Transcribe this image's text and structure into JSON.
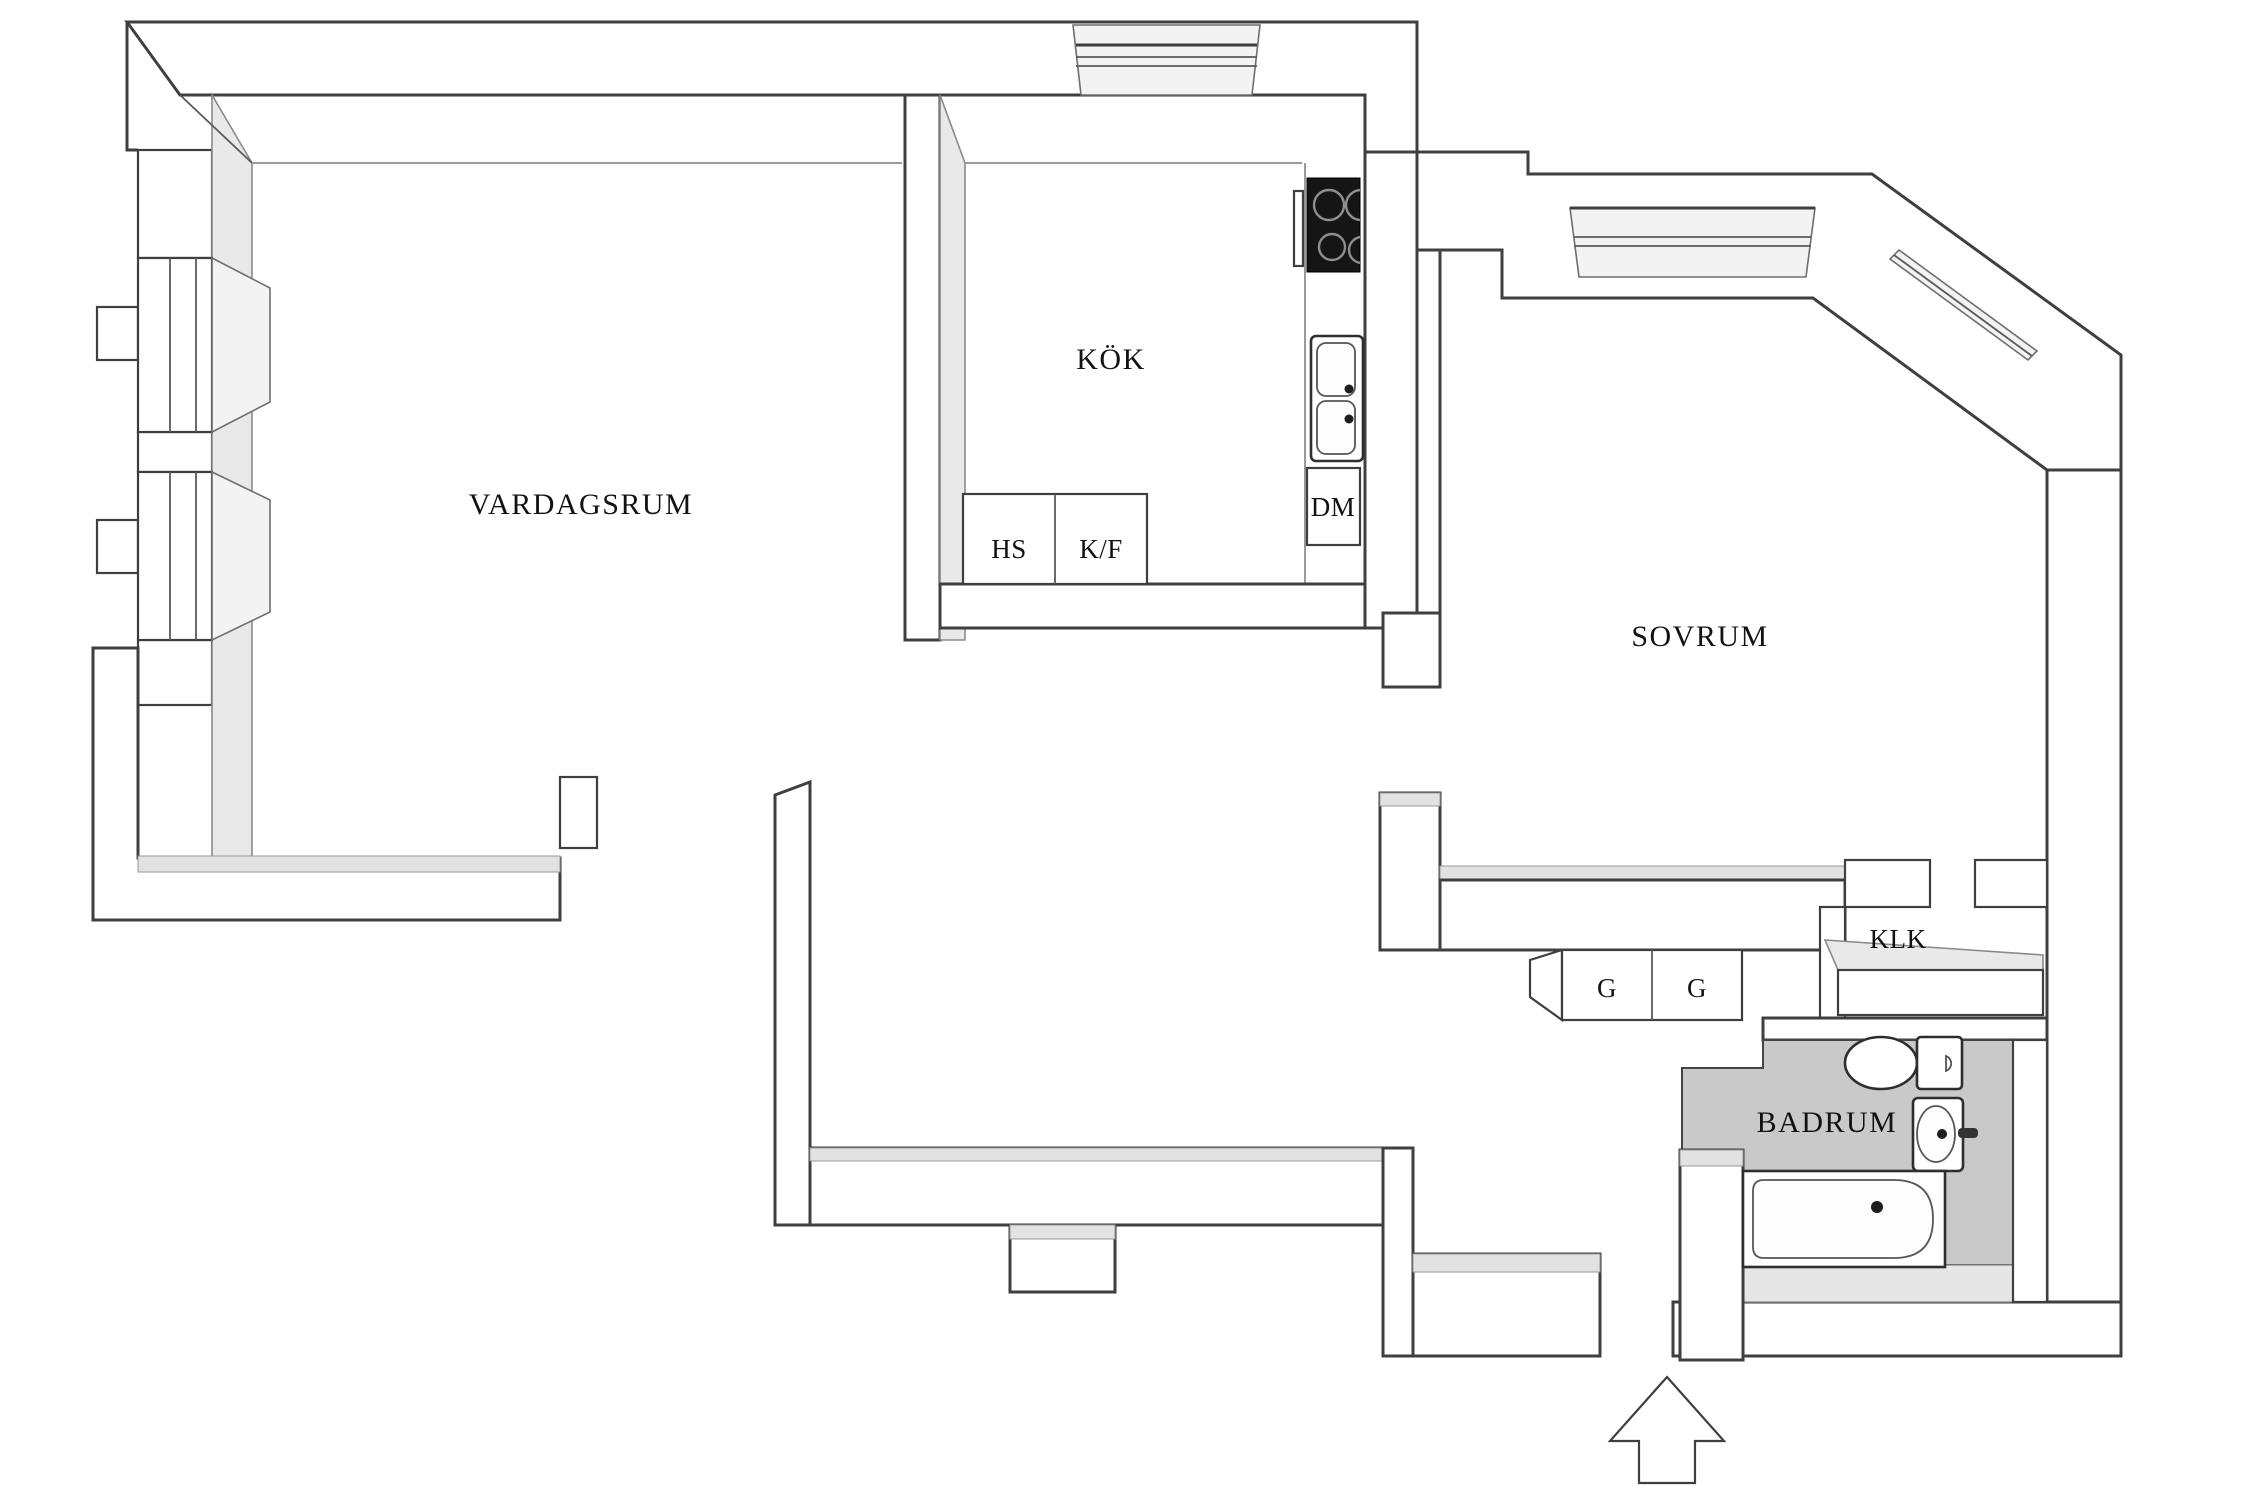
{
  "floorplan": {
    "kind": "apartment floor plan, pseudo-3D line drawing",
    "rooms": [
      {
        "id": "vardagsrum",
        "label": "VARDAGSRUM"
      },
      {
        "id": "kok",
        "label": "KÖK"
      },
      {
        "id": "sovrum",
        "label": "SOVRUM"
      },
      {
        "id": "klk",
        "label": "KLK"
      },
      {
        "id": "badrum",
        "label": "BADRUM"
      }
    ],
    "unit_labels": [
      {
        "id": "hs",
        "label": "HS"
      },
      {
        "id": "kf",
        "label": "K/F"
      },
      {
        "id": "dm",
        "label": "DM"
      },
      {
        "id": "g1",
        "label": "G"
      },
      {
        "id": "g2",
        "label": "G"
      }
    ],
    "fixtures": [
      "cooktop-icon",
      "double-sink-icon",
      "toilet-icon",
      "washbasin-icon",
      "bathtub-icon",
      "window-bay-icon",
      "entrance-arrow-icon"
    ],
    "entrance": {
      "symbol": "up-arrow"
    },
    "colors": {
      "background": "#ffffff",
      "wall_line": "#3f3f3f",
      "floor_line": "#9a9a9a",
      "wall_face": "#e9e9e9",
      "floor_shade": "#e2e2e2",
      "bathroom_floor": "#c9c9c9",
      "cooktop": "#151515"
    }
  }
}
